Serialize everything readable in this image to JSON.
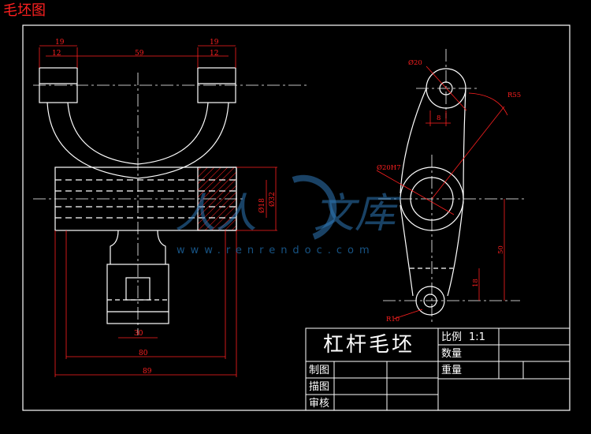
{
  "header": {
    "title": "毛坯图"
  },
  "title_block": {
    "drawing_name": "杠杆毛坯",
    "scale_label": "比例",
    "scale_value": "1:1",
    "quantity_label": "数量",
    "weight_label": "重量",
    "drawn_label": "制图",
    "traced_label": "描图",
    "checked_label": "审核"
  },
  "dimensions": {
    "top_left_19": "19",
    "top_left_12": "12",
    "top_span_59": "59",
    "top_right_19": "19",
    "top_right_12": "12",
    "dia_18": "Ø18",
    "dia_32": "Ø32",
    "bottom_30": "30",
    "bottom_80": "80",
    "bottom_89": "89",
    "dia_20": "Ø20",
    "rad_55": "R55",
    "dim_8": "8",
    "bore_20h7": "Ø20H7",
    "dim_50": "50",
    "dim_18": "18",
    "rad_10": "R10"
  },
  "watermark": {
    "cjk_left": "人人",
    "cjk_right": "文库",
    "url": "www.renrendoc.com"
  },
  "colors": {
    "outline": "#ffffff",
    "dimension": "#ff2020",
    "center": "#ffffff",
    "watermark": "#2f79b8"
  }
}
